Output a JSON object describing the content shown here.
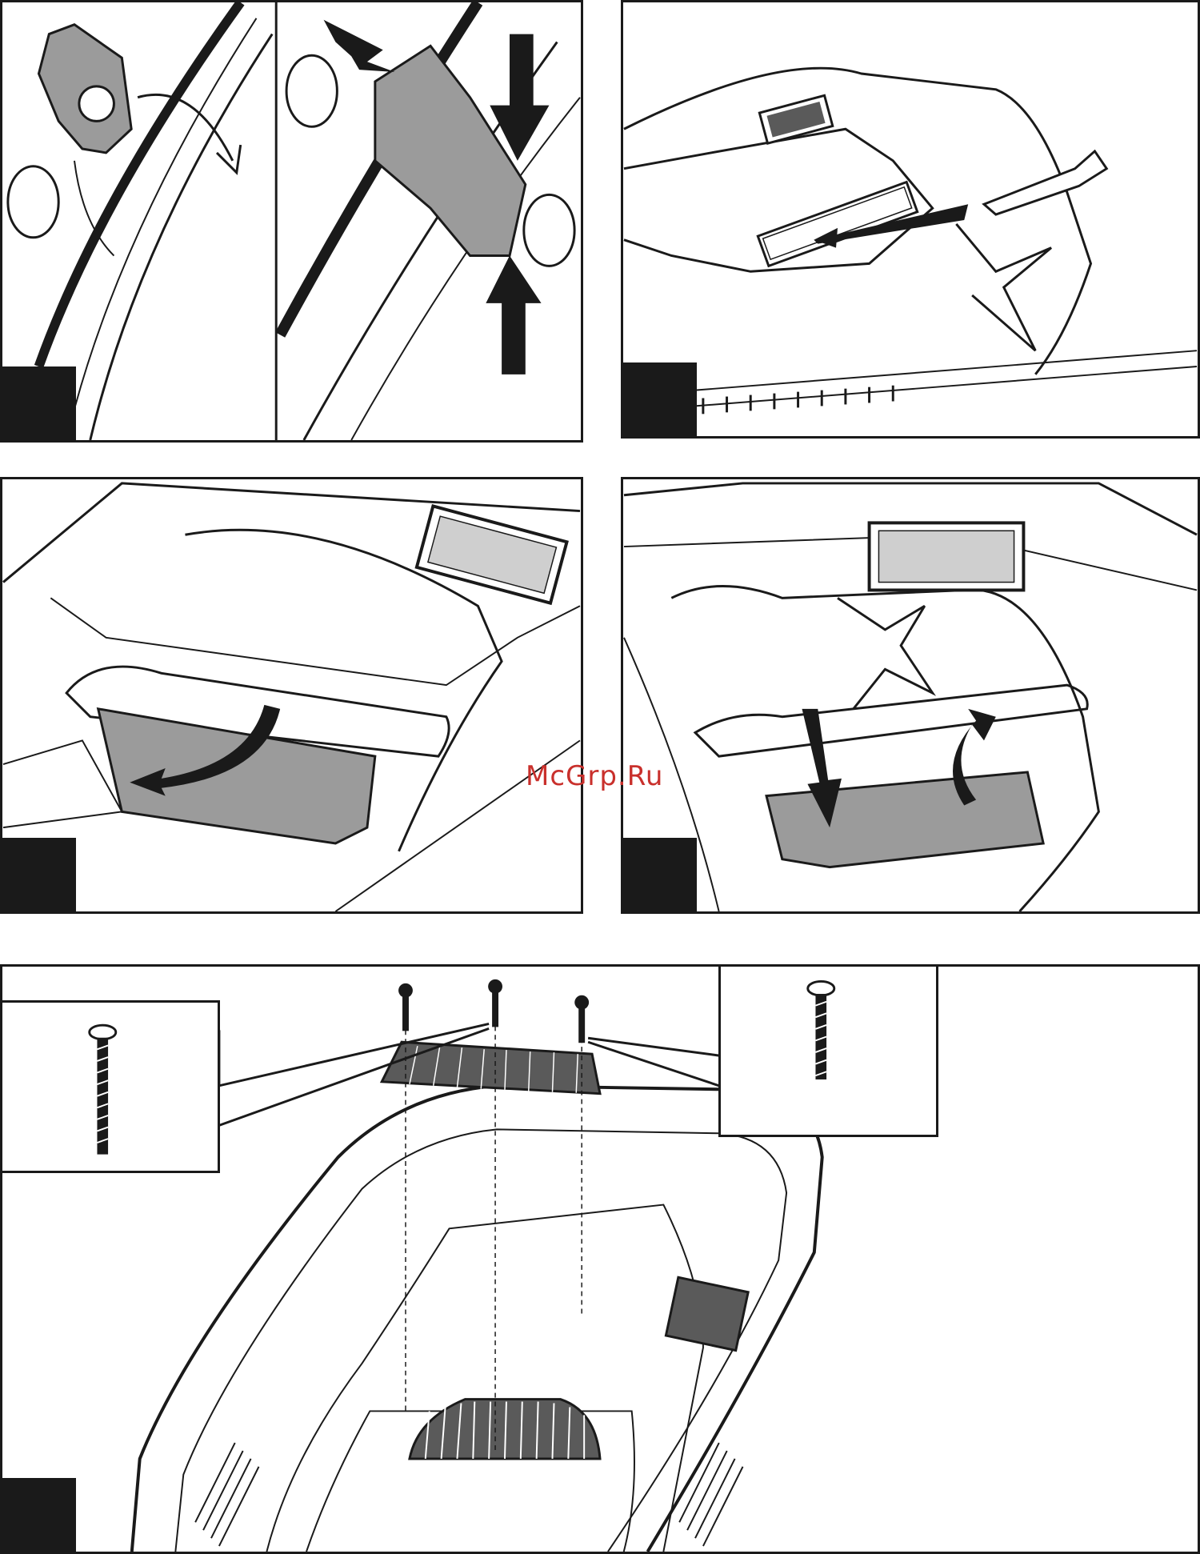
{
  "page": {
    "watermark": "McGrp.Ru"
  },
  "panels": [
    {
      "id": "clip-on-handle",
      "icon": "handle-clip-icon"
    },
    {
      "id": "clip-press",
      "icon": "clip-press-icon"
    },
    {
      "id": "slide-in-flap",
      "icon": "flap-insert-icon"
    },
    {
      "id": "grass-box-flap-open",
      "icon": "flap-open-icon"
    },
    {
      "id": "grass-box-flap-close",
      "icon": "flap-close-icon"
    },
    {
      "id": "screw-grille",
      "icon": "screw-icon"
    }
  ],
  "colors": {
    "ink": "#1a1a1a",
    "shade": "#9b9b9b",
    "watermark": "#c9302c"
  }
}
